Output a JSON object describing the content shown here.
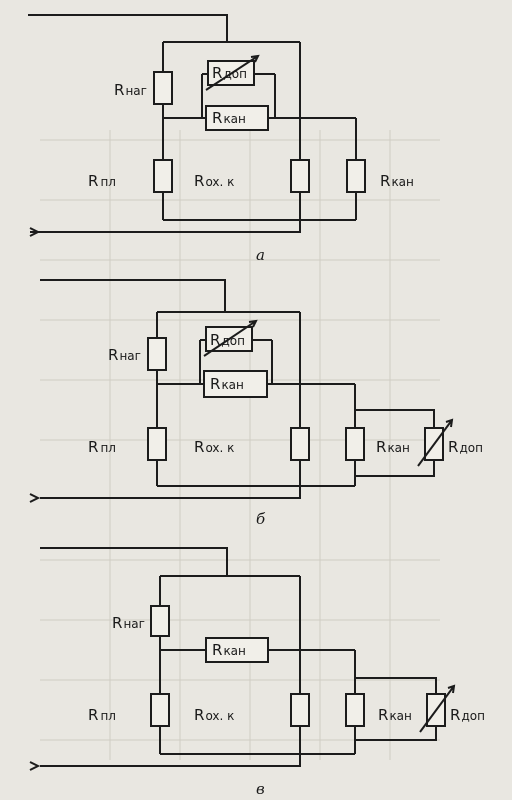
{
  "labels": {
    "r": "R",
    "nag": "наг",
    "dop": "доп",
    "kan": "кан",
    "pl": "пл",
    "oxk": "ox. к"
  },
  "diagrams": [
    {
      "caption": "а"
    },
    {
      "caption": "б"
    },
    {
      "caption": "в"
    }
  ]
}
